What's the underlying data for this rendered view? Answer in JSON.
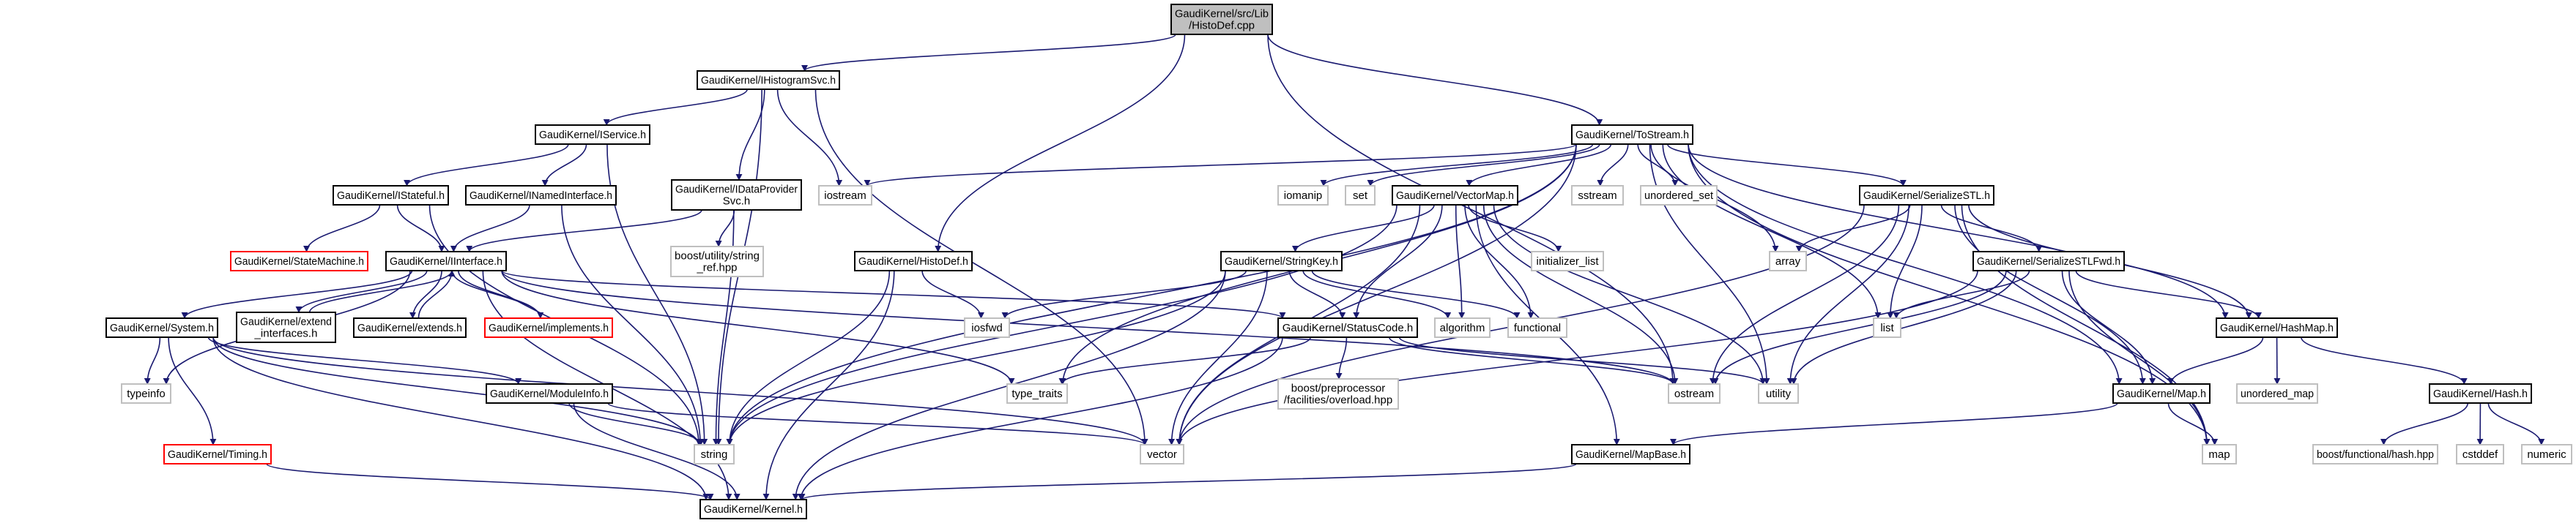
{
  "title": "GaudiKernel/src/Lib/HistoDef.cpp",
  "colors": {
    "edge": "#191970",
    "documented_border": "#000000",
    "external_border": "#bfbfbf",
    "truncated_border": "#ff0000",
    "root_fill": "#bfbfbf"
  },
  "nodes": [
    {
      "id": "cpp",
      "label": "GaudiKernel/src/Lib\n/HistoDef.cpp",
      "kind": "root"
    },
    {
      "id": "ihist",
      "label": "GaudiKernel/IHistogramSvc.h",
      "kind": "documented"
    },
    {
      "id": "iservice",
      "label": "GaudiKernel/IService.h",
      "kind": "documented"
    },
    {
      "id": "istateful",
      "label": "GaudiKernel/IStateful.h",
      "kind": "documented"
    },
    {
      "id": "inamed",
      "label": "GaudiKernel/INamedInterface.h",
      "kind": "documented"
    },
    {
      "id": "idataprov",
      "label": "GaudiKernel/IDataProvider\nSvc.h",
      "kind": "documented"
    },
    {
      "id": "iostream",
      "label": "iostream",
      "kind": "external"
    },
    {
      "id": "stringref",
      "label": "boost/utility/string\n_ref.hpp",
      "kind": "external"
    },
    {
      "id": "statemachine",
      "label": "GaudiKernel/StateMachine.h",
      "kind": "truncated"
    },
    {
      "id": "iinterface",
      "label": "GaudiKernel/IInterface.h",
      "kind": "documented"
    },
    {
      "id": "histodefh",
      "label": "GaudiKernel/HistoDef.h",
      "kind": "documented"
    },
    {
      "id": "stringkey",
      "label": "GaudiKernel/StringKey.h",
      "kind": "documented"
    },
    {
      "id": "system",
      "label": "GaudiKernel/System.h",
      "kind": "documented"
    },
    {
      "id": "extendif",
      "label": "GaudiKernel/extend\n_interfaces.h",
      "kind": "documented"
    },
    {
      "id": "extends",
      "label": "GaudiKernel/extends.h",
      "kind": "documented"
    },
    {
      "id": "implements",
      "label": "GaudiKernel/implements.h",
      "kind": "truncated"
    },
    {
      "id": "iosfwd",
      "label": "iosfwd",
      "kind": "external"
    },
    {
      "id": "typeinfo",
      "label": "typeinfo",
      "kind": "external"
    },
    {
      "id": "moduleinfo",
      "label": "GaudiKernel/ModuleInfo.h",
      "kind": "documented"
    },
    {
      "id": "typetraits",
      "label": "type_traits",
      "kind": "external"
    },
    {
      "id": "timing",
      "label": "GaudiKernel/Timing.h",
      "kind": "truncated"
    },
    {
      "id": "string",
      "label": "string",
      "kind": "external"
    },
    {
      "id": "vector",
      "label": "vector",
      "kind": "external"
    },
    {
      "id": "kernel",
      "label": "GaudiKernel/Kernel.h",
      "kind": "documented"
    },
    {
      "id": "tostream",
      "label": "GaudiKernel/ToStream.h",
      "kind": "documented"
    },
    {
      "id": "iomanip",
      "label": "iomanip",
      "kind": "external"
    },
    {
      "id": "set",
      "label": "set",
      "kind": "external"
    },
    {
      "id": "vectormap",
      "label": "GaudiKernel/VectorMap.h",
      "kind": "documented"
    },
    {
      "id": "sstream",
      "label": "sstream",
      "kind": "external"
    },
    {
      "id": "unordset",
      "label": "unordered_set",
      "kind": "external"
    },
    {
      "id": "serstl",
      "label": "GaudiKernel/SerializeSTL.h",
      "kind": "documented"
    },
    {
      "id": "initlist",
      "label": "initializer_list",
      "kind": "external"
    },
    {
      "id": "array",
      "label": "array",
      "kind": "external"
    },
    {
      "id": "serstlfwd",
      "label": "GaudiKernel/SerializeSTLFwd.h",
      "kind": "documented"
    },
    {
      "id": "statuscode",
      "label": "GaudiKernel/StatusCode.h",
      "kind": "documented"
    },
    {
      "id": "algorithm",
      "label": "algorithm",
      "kind": "external"
    },
    {
      "id": "functional",
      "label": "functional",
      "kind": "external"
    },
    {
      "id": "list",
      "label": "list",
      "kind": "external"
    },
    {
      "id": "hashmap",
      "label": "GaudiKernel/HashMap.h",
      "kind": "documented"
    },
    {
      "id": "boostpp",
      "label": "boost/preprocessor\n/facilities/overload.hpp",
      "kind": "external"
    },
    {
      "id": "ostream",
      "label": "ostream",
      "kind": "external"
    },
    {
      "id": "utility",
      "label": "utility",
      "kind": "external"
    },
    {
      "id": "map_h",
      "label": "GaudiKernel/Map.h",
      "kind": "documented"
    },
    {
      "id": "unordmap",
      "label": "unordered_map",
      "kind": "external"
    },
    {
      "id": "hash",
      "label": "GaudiKernel/Hash.h",
      "kind": "documented"
    },
    {
      "id": "mapbase",
      "label": "GaudiKernel/MapBase.h",
      "kind": "documented"
    },
    {
      "id": "map",
      "label": "map",
      "kind": "external"
    },
    {
      "id": "boosthash",
      "label": "boost/functional/hash.hpp",
      "kind": "external"
    },
    {
      "id": "cstddef",
      "label": "cstddef",
      "kind": "external"
    },
    {
      "id": "numeric",
      "label": "numeric",
      "kind": "external"
    }
  ],
  "edges": {
    "cpp": [
      "ihist",
      "histodefh",
      "tostream",
      "ostream"
    ],
    "ihist": [
      "iservice",
      "string",
      "idataprov",
      "iostream",
      "vector"
    ],
    "iservice": [
      "istateful",
      "inamed",
      "string"
    ],
    "istateful": [
      "statemachine",
      "iinterface",
      "string"
    ],
    "inamed": [
      "iinterface",
      "string"
    ],
    "idataprov": [
      "iinterface",
      "stringref",
      "string"
    ],
    "iinterface": [
      "system",
      "extendif",
      "extends",
      "implements",
      "typeinfo",
      "kernel",
      "statuscode",
      "ostream",
      "typetraits"
    ],
    "extendif": [
      "iinterface"
    ],
    "extends": [
      "iinterface"
    ],
    "implements": [
      "iinterface"
    ],
    "system": [
      "typeinfo",
      "timing",
      "moduleinfo",
      "string",
      "vector",
      "kernel"
    ],
    "moduleinfo": [
      "string",
      "vector",
      "kernel"
    ],
    "timing": [
      "kernel"
    ],
    "histodefh": [
      "iosfwd",
      "string",
      "kernel"
    ],
    "tostream": [
      "iostream",
      "iomanip",
      "set",
      "vectormap",
      "sstream",
      "unordset",
      "serstl",
      "array",
      "list",
      "map_h",
      "hashmap",
      "map",
      "string",
      "vector",
      "typetraits",
      "utility"
    ],
    "vectormap": [
      "stringkey",
      "vector",
      "statuscode",
      "algorithm",
      "functional",
      "initlist",
      "ostream",
      "utility",
      "mapbase",
      "string"
    ],
    "stringkey": [
      "iosfwd",
      "statuscode",
      "algorithm",
      "functional",
      "string",
      "vector",
      "kernel"
    ],
    "statuscode": [
      "typetraits",
      "boostpp",
      "ostream",
      "utility",
      "kernel"
    ],
    "mapbase": [
      "kernel"
    ],
    "serstl": [
      "array",
      "ostream",
      "utility",
      "list",
      "serstlfwd",
      "map_h",
      "hashmap",
      "map",
      "vector"
    ],
    "serstlfwd": [
      "list",
      "ostream",
      "utility",
      "vector",
      "map_h",
      "hashmap",
      "map"
    ],
    "hashmap": [
      "map_h",
      "unordmap",
      "hash"
    ],
    "map_h": [
      "map",
      "mapbase"
    ],
    "hash": [
      "boosthash",
      "cstddef",
      "numeric"
    ]
  }
}
